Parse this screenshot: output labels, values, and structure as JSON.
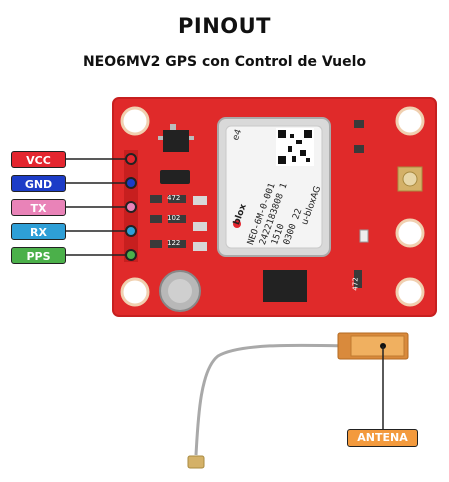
{
  "title": "PINOUT",
  "subtitle": "NEO6MV2 GPS con Control de Vuelo",
  "pins": [
    {
      "label": "VCC",
      "color": "#e4262f"
    },
    {
      "label": "GND",
      "color": "#1c3cc7"
    },
    {
      "label": "TX",
      "color": "#e983b8"
    },
    {
      "label": "RX",
      "color": "#2e9fd7"
    },
    {
      "label": "PPS",
      "color": "#4bb04a"
    }
  ],
  "antenna_label": "ANTENA",
  "module": {
    "brand": "blox",
    "model": "NEO-6M-0-001",
    "serial": "2422183808 1",
    "line3": "1510",
    "line4": "0300 22",
    "maker": "u-bloxAG",
    "side_label": "e4"
  },
  "resistor_labels": [
    "472",
    "102",
    "122"
  ],
  "board_text": "472",
  "colors": {
    "board": "#e02a2a",
    "accent": "#f39a3d"
  }
}
